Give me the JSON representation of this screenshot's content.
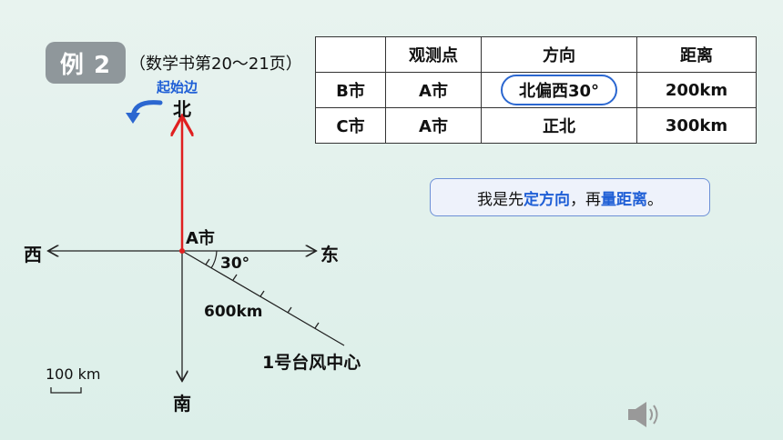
{
  "header": {
    "badge": "例 2",
    "reference": "（数学书第20～21页）"
  },
  "diagram": {
    "start_label": "起始边",
    "north": "北",
    "south": "南",
    "east": "东",
    "west": "西",
    "origin": "A市",
    "angle": "30°",
    "distance": "600km",
    "target": "1号台风中心",
    "scale": "100 km",
    "colors": {
      "north_arrow": "#e02020",
      "highlight": "#1f5fd6"
    }
  },
  "table": {
    "headers": [
      "",
      "观测点",
      "方向",
      "距离"
    ],
    "rows": [
      [
        "B市",
        "A市",
        "北偏西30°",
        "200km"
      ],
      [
        "C市",
        "A市",
        "正北",
        "300km"
      ]
    ]
  },
  "bubble": {
    "p1": "我是先",
    "p2": "定方向",
    "p3": "，再",
    "p4": "量距离",
    "p5": "。"
  },
  "icons": {
    "speaker": "speaker-icon",
    "rotate": "rotate-arrow-icon"
  }
}
